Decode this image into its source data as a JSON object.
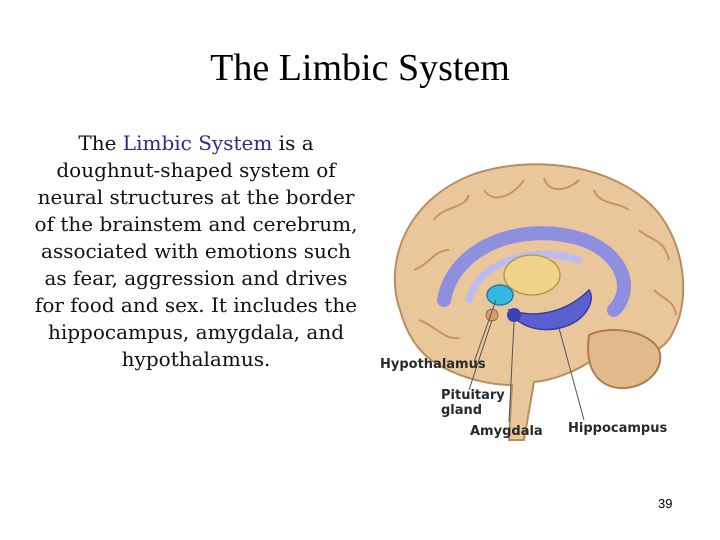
{
  "slide": {
    "title": "The Limbic System",
    "body": {
      "prefix": "The ",
      "highlight": "Limbic System",
      "rest": " is a doughnut-shaped system of neural structures at the border of the brainstem and cerebrum, associated with emotions such as fear, aggression and drives for food and sex. It includes the hippocampus, amygdala, and hypothalamus."
    },
    "figure": {
      "labels": {
        "hypothalamus": "Hypothalamus",
        "pituitary_line1": "Pituitary",
        "pituitary_line2": "gland",
        "amygdala": "Amygdala",
        "hippocampus": "Hippocampus"
      }
    },
    "page_number": "39"
  },
  "colors": {
    "highlight_text": "#2b2b8f",
    "brain_tan": "#e9c79a",
    "limbic_blue": "#6a6fd6",
    "hypothalamus_cyan": "#35b8e0"
  }
}
